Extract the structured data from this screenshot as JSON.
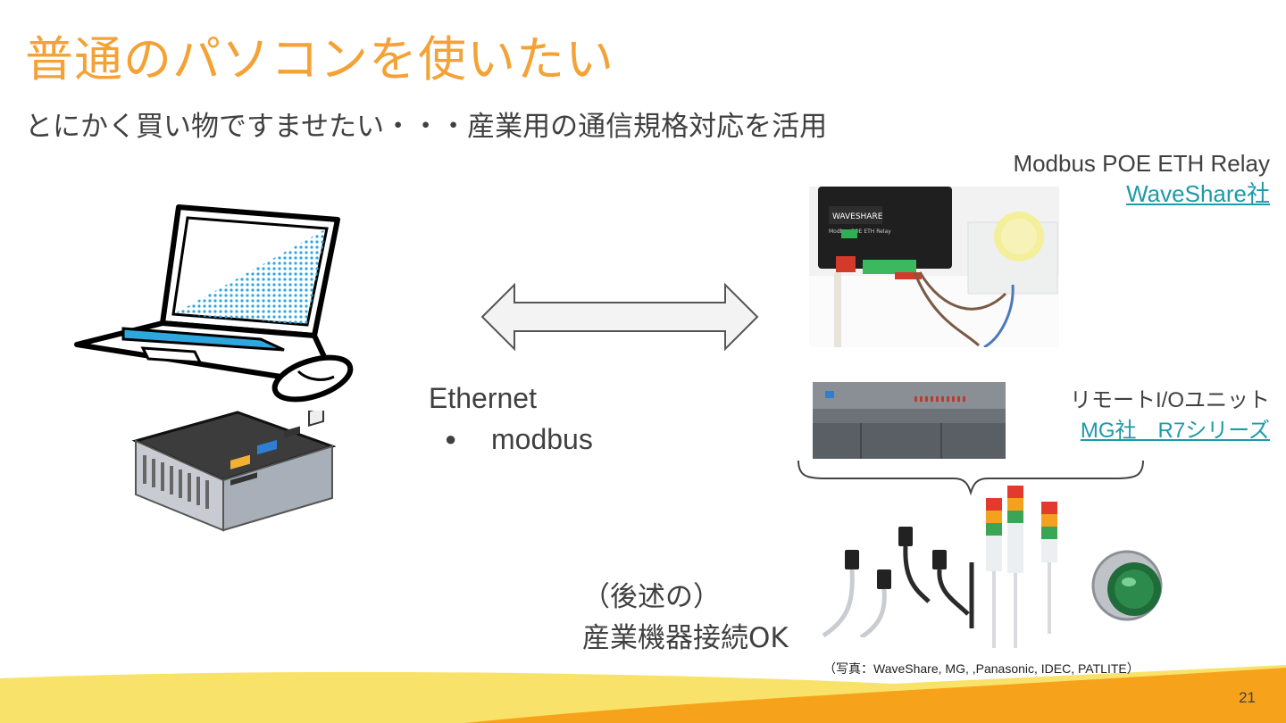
{
  "slide": {
    "title": "普通のパソコンを使いたい",
    "subtitle": "とにかく買い物ですませたい・・・産業用の通信規格対応を活用",
    "relay_caption": {
      "product": "Modbus POE ETH Relay",
      "vendor_link": "WaveShare社"
    },
    "remote_io_caption": {
      "product": "リモートI/Oユニット",
      "vendor_link": "MG社　R7シリーズ"
    },
    "connection": {
      "label": "Ethernet",
      "bullet": "●",
      "protocol": "modbus"
    },
    "later_note": {
      "line1": "（後述の）",
      "line2": "産業機器接続OK"
    },
    "photo_credit": "（写真：WaveShare, MG, ,Panasonic, IDEC, PATLITE）",
    "page_number": "21",
    "device_labels": {
      "relay_brand": "WAVESHARE",
      "relay_model": "Modbus POE ETH Relay"
    },
    "colors": {
      "title": "#f4a236",
      "link": "#1e9aa8",
      "text": "#404040",
      "screen_blue": "#2ea7df",
      "footer_orange": "#f7a21b",
      "footer_yellow": "#f9e26a"
    },
    "icons": [
      "laptop-illustration",
      "mini-pc-illustration",
      "double-arrow-icon",
      "relay-photo",
      "remote-io-photo",
      "brace-icon",
      "sensor-photo",
      "signal-tower-photo",
      "pilot-lamp-photo"
    ]
  }
}
